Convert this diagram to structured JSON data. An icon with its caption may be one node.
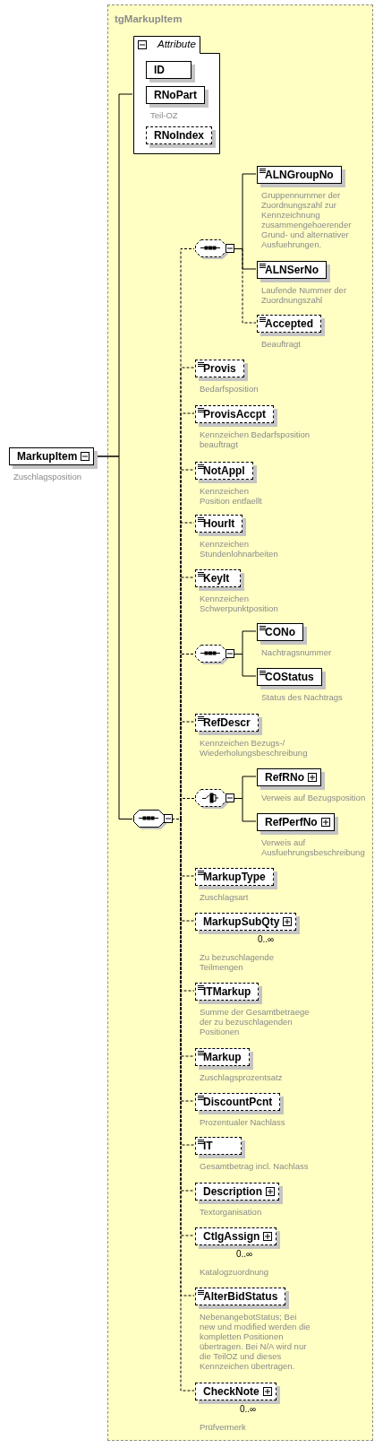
{
  "diagram": {
    "nodes": [
      {
        "text": [
          "MarkupItem"
        ],
        "beside": [
          "Zuschlagsposition"
        ]
      },
      {
        "text": [
          "tgMarkupItem"
        ]
      },
      {
        "text": [
          "Attribute"
        ],
        "in": 1
      },
      {
        "text": [
          "ID"
        ],
        "in": 2
      },
      {
        "text": [
          "RNoPart"
        ],
        "in": 2,
        "beside": [
          "Teil-OZ"
        ]
      },
      {
        "text": [
          "RNoIndex"
        ],
        "in": 2
      },
      {
        "text": [],
        "shape": "octagon",
        "in": 1
      },
      {
        "text": [],
        "shape": "octagon",
        "in": 1
      },
      {
        "text": [
          "ALNGroupNo"
        ],
        "in": 1,
        "beside": [
          "Gruppennummer der Zuordnungszahl zur Kennzeichnung zusammengehoerender Grund- und alternativer Ausfuehrungen."
        ]
      },
      {
        "text": [
          "ALNSerNo"
        ],
        "in": 1,
        "beside": [
          "Laufende Nummer der Zuordnungszahl"
        ]
      },
      {
        "text": [
          "Accepted"
        ],
        "in": 1,
        "beside": [
          "Beauftragt"
        ]
      },
      {
        "text": [
          "Provis"
        ],
        "in": 1,
        "beside": [
          "Bedarfsposition"
        ]
      },
      {
        "text": [
          "ProvisAccpt"
        ],
        "in": 1,
        "beside": [
          "Kennzeichen Bedarfsposition beauftragt"
        ]
      },
      {
        "text": [
          "NotAppl"
        ],
        "in": 1,
        "beside": [
          "Kennzeichen Position entfaellt"
        ]
      },
      {
        "text": [
          "HourIt"
        ],
        "in": 1,
        "beside": [
          "Kennzeichen Stundenlohnarbeiten"
        ]
      },
      {
        "text": [
          "KeyIt"
        ],
        "in": 1,
        "beside": [
          "Kennzeichen Schwerpunktposition"
        ]
      },
      {
        "text": [],
        "shape": "octagon",
        "in": 1
      },
      {
        "text": [
          "CONo"
        ],
        "in": 1,
        "beside": [
          "Nachtragsnummer"
        ]
      },
      {
        "text": [
          "COStatus"
        ],
        "in": 1,
        "beside": [
          "Status des Nachtrags"
        ]
      },
      {
        "text": [
          "RefDescr"
        ],
        "in": 1,
        "beside": [
          "Kennzeichen Bezugs-/ Wiederholungsbeschreibung"
        ]
      },
      {
        "text": [],
        "shape": "octagon",
        "in": 1
      },
      {
        "text": [
          "RefRNo"
        ],
        "in": 1,
        "beside": [
          "Verweis auf Bezugsposition"
        ]
      },
      {
        "text": [
          "RefPerfNo"
        ],
        "in": 1,
        "beside": [
          "Verweis auf Ausfuehrungsbeschreibung"
        ]
      },
      {
        "text": [
          "MarkupType"
        ],
        "in": 1,
        "beside": [
          "Zuschlagsart"
        ]
      },
      {
        "text": [
          "MarkupSubQty"
        ],
        "in": 1,
        "beside": [
          "0..∞",
          "Zu bezuschlagende Teilmengen"
        ]
      },
      {
        "text": [
          "ITMarkup"
        ],
        "in": 1,
        "beside": [
          "Summe der Gesamtbetraege der zu bezuschlagenden Positionen"
        ]
      },
      {
        "text": [
          "Markup"
        ],
        "in": 1,
        "beside": [
          "Zuschlagsprozentsatz"
        ]
      },
      {
        "text": [
          "DiscountPcnt"
        ],
        "in": 1,
        "beside": [
          "Prozentualer Nachlass"
        ]
      },
      {
        "text": [
          "IT"
        ],
        "in": 1,
        "beside": [
          "Gesamtbetrag incl. Nachlass"
        ]
      },
      {
        "text": [
          "Description"
        ],
        "in": 1,
        "beside": [
          "Textorganisation"
        ]
      },
      {
        "text": [
          "CtlgAssign"
        ],
        "in": 1,
        "beside": [
          "0..∞",
          "Katalogzuordnung"
        ]
      },
      {
        "text": [
          "AlterBidStatus"
        ],
        "in": 1,
        "beside": [
          "NebenangebotStatus; Bei new und modified werden die kompletten Positionen übertragen. Bei N/A wird nur die TeilOZ und dieses Kennzeichen übertragen."
        ]
      },
      {
        "text": [
          "CheckNote"
        ],
        "in": 1,
        "beside": [
          "0..∞",
          "Prüfvermerk"
        ]
      }
    ],
    "edges": [
      {
        "from": 0,
        "to": 2,
        "arrow": "none"
      },
      {
        "from": 0,
        "to": 6,
        "arrow": "none"
      },
      {
        "from": 6,
        "to": 7,
        "arrow": "none",
        "style": "dashed"
      },
      {
        "from": 7,
        "to": 8,
        "arrow": "none"
      },
      {
        "from": 7,
        "to": 9,
        "arrow": "none"
      },
      {
        "from": 7,
        "to": 10,
        "arrow": "none",
        "style": "dashed"
      },
      {
        "from": 6,
        "to": 11,
        "arrow": "none",
        "style": "dashed"
      },
      {
        "from": 6,
        "to": 12,
        "arrow": "none",
        "style": "dashed"
      },
      {
        "from": 6,
        "to": 13,
        "arrow": "none",
        "style": "dashed"
      },
      {
        "from": 6,
        "to": 14,
        "arrow": "none",
        "style": "dashed"
      },
      {
        "from": 6,
        "to": 15,
        "arrow": "none",
        "style": "dashed"
      },
      {
        "from": 6,
        "to": 16,
        "arrow": "none",
        "style": "dashed"
      },
      {
        "from": 16,
        "to": 17,
        "arrow": "none"
      },
      {
        "from": 16,
        "to": 18,
        "arrow": "none"
      },
      {
        "from": 6,
        "to": 19,
        "arrow": "none",
        "style": "dashed"
      },
      {
        "from": 6,
        "to": 20,
        "arrow": "none",
        "style": "dashed"
      },
      {
        "from": 20,
        "to": 21,
        "arrow": "none"
      },
      {
        "from": 20,
        "to": 22,
        "arrow": "none"
      },
      {
        "from": 6,
        "to": 23,
        "arrow": "none",
        "style": "dashed"
      },
      {
        "from": 6,
        "to": 24,
        "arrow": "none",
        "style": "dashed"
      },
      {
        "from": 6,
        "to": 25,
        "arrow": "none",
        "style": "dashed"
      },
      {
        "from": 6,
        "to": 26,
        "arrow": "none",
        "style": "dashed"
      },
      {
        "from": 6,
        "to": 27,
        "arrow": "none",
        "style": "dashed"
      },
      {
        "from": 6,
        "to": 28,
        "arrow": "none",
        "style": "dashed"
      },
      {
        "from": 6,
        "to": 29,
        "arrow": "none",
        "style": "dashed"
      },
      {
        "from": 6,
        "to": 30,
        "arrow": "none",
        "style": "dashed"
      },
      {
        "from": 6,
        "to": 31,
        "arrow": "none",
        "style": "dashed"
      },
      {
        "from": 6,
        "to": 32,
        "arrow": "none",
        "style": "dashed"
      }
    ]
  }
}
